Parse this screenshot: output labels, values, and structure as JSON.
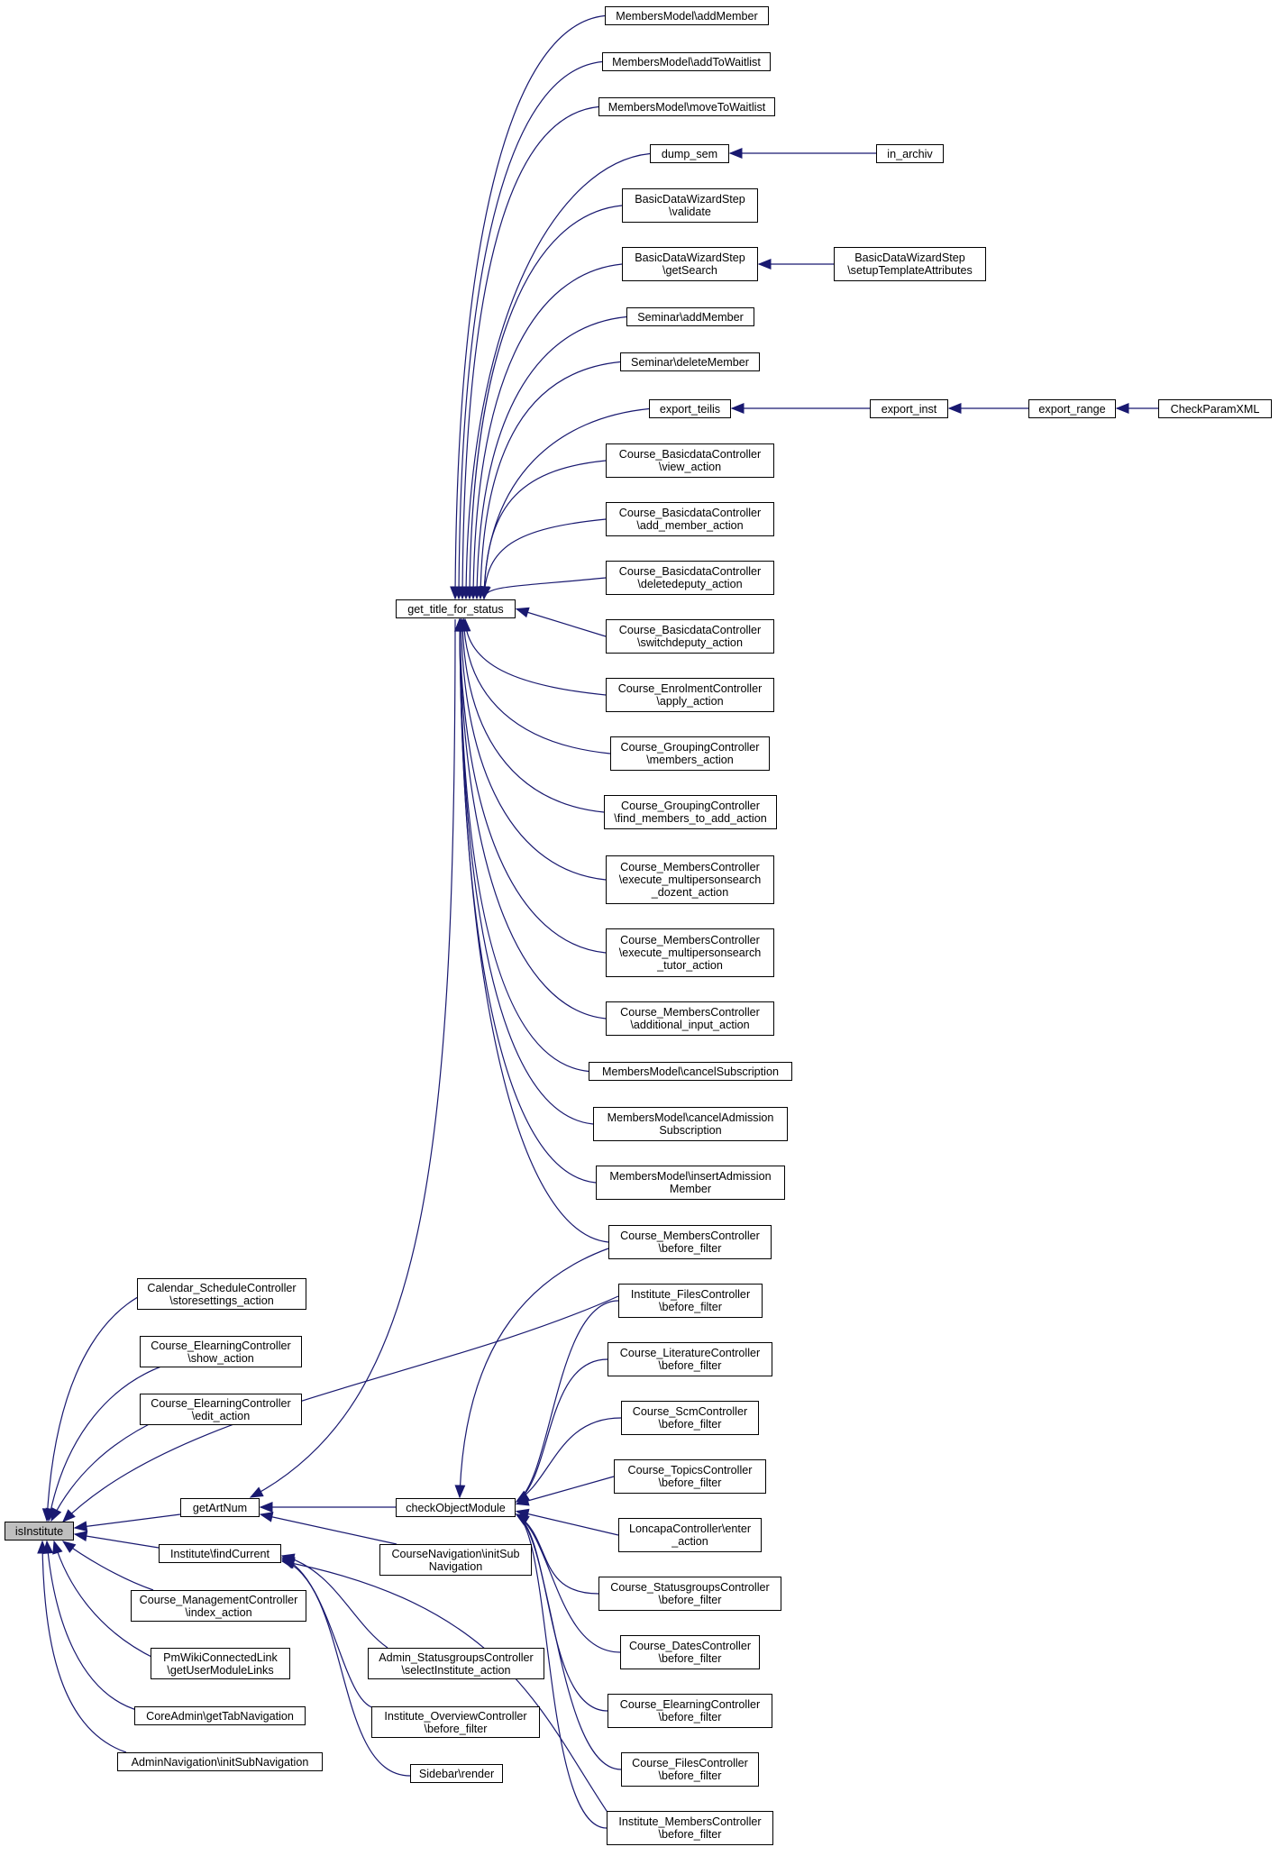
{
  "colors": {
    "edge": "#191970",
    "root_fill": "#bfbfbf",
    "node_fill": "#ffffff",
    "border": "#000000"
  },
  "nodes": {
    "isInstitute": "isInstitute",
    "cal_schedule": "Calendar_ScheduleController\n\\storesettings_action",
    "elearn_show": "Course_ElearningController\n\\show_action",
    "elearn_edit": "Course_ElearningController\n\\edit_action",
    "getArtNum": "getArtNum",
    "inst_findcurrent": "Institute\\findCurrent",
    "mgmt_index": "Course_ManagementController\n\\index_action",
    "pmwiki": "PmWikiConnectedLink\n\\getUserModuleLinks",
    "coreadmin": "CoreAdmin\\getTabNavigation",
    "adminnav": "AdminNavigation\\initSubNavigation",
    "get_title": "get_title_for_status",
    "checkobj": "checkObjectModule",
    "coursenav": "CourseNavigation\\initSub\nNavigation",
    "admin_statusgroups": "Admin_StatusgroupsController\n\\selectInstitute_action",
    "inst_overview": "Institute_OverviewController\n\\before_filter",
    "sidebar": "Sidebar\\render",
    "mm_add": "MembersModel\\addMember",
    "mm_addwait": "MembersModel\\addToWaitlist",
    "mm_movewait": "MembersModel\\moveToWaitlist",
    "dump_sem": "dump_sem",
    "bdws_validate": "BasicDataWizardStep\n\\validate",
    "bdws_getsearch": "BasicDataWizardStep\n\\getSearch",
    "sem_add": "Seminar\\addMember",
    "sem_delete": "Seminar\\deleteMember",
    "export_teilis": "export_teilis",
    "cbd_view": "Course_BasicdataController\n\\view_action",
    "cbd_addmember": "Course_BasicdataController\n\\add_member_action",
    "cbd_deletedeputy": "Course_BasicdataController\n\\deletedeputy_action",
    "cbd_switchdeputy": "Course_BasicdataController\n\\switchdeputy_action",
    "enrol_apply": "Course_EnrolmentController\n\\apply_action",
    "grouping_members": "Course_GroupingController\n\\members_action",
    "grouping_find": "Course_GroupingController\n\\find_members_to_add_action",
    "cm_dozent": "Course_MembersController\n\\execute_multipersonsearch\n_dozent_action",
    "cm_tutor": "Course_MembersController\n\\execute_multipersonsearch\n_tutor_action",
    "cm_additional": "Course_MembersController\n\\additional_input_action",
    "mm_cancel": "MembersModel\\cancelSubscription",
    "mm_canceladm": "MembersModel\\cancelAdmission\nSubscription",
    "mm_insertadm": "MembersModel\\insertAdmission\nMember",
    "cm_before": "Course_MembersController\n\\before_filter",
    "instfiles_before": "Institute_FilesController\n\\before_filter",
    "lit_before": "Course_LiteratureController\n\\before_filter",
    "scm_before": "Course_ScmController\n\\before_filter",
    "topics_before": "Course_TopicsController\n\\before_filter",
    "loncapa": "LoncapaController\\enter\n_action",
    "statusgroups_before": "Course_StatusgroupsController\n\\before_filter",
    "dates_before": "Course_DatesController\n\\before_filter",
    "elearn_before": "Course_ElearningController\n\\before_filter",
    "files_before": "Course_FilesController\n\\before_filter",
    "instmembers_before": "Institute_MembersController\n\\before_filter",
    "in_archiv": "in_archiv",
    "bdws_setup": "BasicDataWizardStep\n\\setupTemplateAttributes",
    "export_inst": "export_inst",
    "export_range": "export_range",
    "checkparam": "CheckParamXML"
  }
}
